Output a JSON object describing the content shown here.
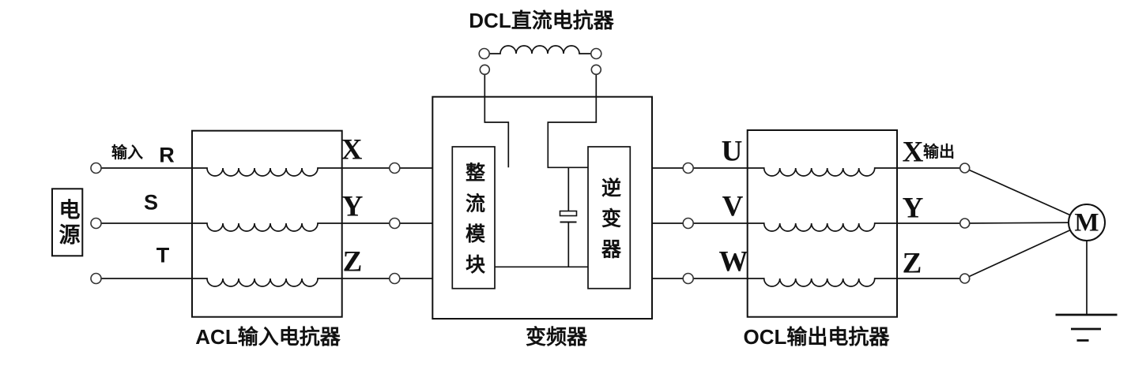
{
  "labels": {
    "input": "输入",
    "output": "输出",
    "power_source": "电源",
    "rectifier_module": "整流模块",
    "inverter_unit": "逆变器",
    "motor": "M"
  },
  "captions": {
    "dcl": "DCL直流电抗器",
    "acl": "ACL输入电抗器",
    "vfd": "变频器",
    "ocl": "OCL输出电抗器"
  },
  "phases": {
    "input": [
      "R",
      "S",
      "T"
    ],
    "acl_out": [
      "X",
      "Y",
      "Z"
    ],
    "vfd_out": [
      "U",
      "V",
      "W"
    ],
    "ocl_out": [
      "X",
      "Y",
      "Z"
    ]
  },
  "colors": {
    "line": "#111111",
    "background": "#ffffff"
  }
}
